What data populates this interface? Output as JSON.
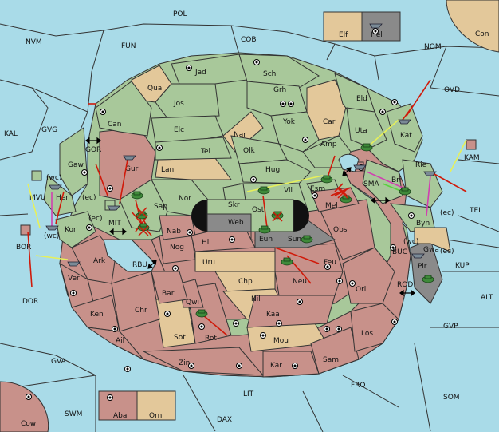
{
  "regions": {
    "POL": "POL",
    "NVM": "NVM",
    "FUN": "FUN",
    "COB": "COB",
    "NOM": "NOM",
    "OVD": "OVD",
    "KAL": "KAL",
    "GVG": "GVG",
    "Con": "Con",
    "Elf": "Elf",
    "Hel": "Hel",
    "Jad": "Jad",
    "Sch": "Sch",
    "Qua": "Qua",
    "Jos": "Jos",
    "Grh": "Grh",
    "Eld": "Eld",
    "Can": "Can",
    "Elc": "Elc",
    "Nar": "Nar",
    "Yok": "Yok",
    "Car": "Car",
    "Uta": "Uta",
    "Kat": "Kat",
    "Tel": "Tel",
    "Olk": "Olk",
    "Amp": "Amp",
    "GOR": "GOR",
    "Gaw": "Gaw",
    "Gur": "Gur",
    "Lan": "Lan",
    "Hug": "Hug",
    "KAM": "KAM",
    "Rie": "Rie",
    "Bri": "Bri",
    "SMA": "SMA",
    "Esm": "Esm",
    "Vil": "Vil",
    "MVU": "MVU",
    "Her": "Her",
    "ec1": "(ec)",
    "wc1": "(wc)",
    "Nor": "Nor",
    "Skr": "Skr",
    "Sap": "Sap",
    "Web": "Web",
    "Ost": "Ost",
    "Mel": "Mel",
    "TEI": "TEI",
    "Byn": "Byn",
    "ec2": "(ec)",
    "MIT": "MIT",
    "ec3": "(ec)",
    "Kor": "Kor",
    "wc2": "(wc)",
    "BOR": "BOR",
    "Nab": "Nab",
    "Eun": "Eun",
    "Sun": "Sun",
    "Obs": "Obs",
    "wc3": "(wc)",
    "Gwa": "Gwa",
    "ec4": "(ec)",
    "BUC": "BUC",
    "Hil": "Hil",
    "KUP": "KUP",
    "RBU": "RBU",
    "Nog": "Nog",
    "Ark": "Ark",
    "Uru": "Uru",
    "Feu": "Feu",
    "Pir": "Pir",
    "Ver": "Ver",
    "Chp": "Chp",
    "Neu": "Neu",
    "Orl": "Orl",
    "DOR": "DOR",
    "Bar": "Bar",
    "Qwi": "Qwi",
    "Nil": "Nil",
    "ROD": "ROD",
    "ALT": "ALT",
    "Ken": "Ken",
    "Chr": "Chr",
    "Kaa": "Kaa",
    "GVP": "GVP",
    "Sot": "Sot",
    "Los": "Los",
    "Ail": "Ail",
    "Rot": "Rot",
    "Mou": "Mou",
    "GVA": "GVA",
    "Zin": "Zin",
    "Kar": "Kar",
    "Sam": "Sam",
    "FRO": "FRO",
    "LIT": "LIT",
    "SOM": "SOM",
    "SWM": "SWM",
    "Aba": "Aba",
    "Orn": "Orn",
    "DAX": "DAX",
    "Cow": "Cow"
  },
  "colors": {
    "sea": "#a9dbe8",
    "green": "#a8c89a",
    "red": "#c8918a",
    "tan": "#e3c89a",
    "grey": "#8a8a8a",
    "army": "#3f8a3a",
    "fleet": "#7a8a96",
    "order_move": "#d01a0a",
    "order_support": "#e7f05a",
    "order_convoy": "#d040b0"
  }
}
